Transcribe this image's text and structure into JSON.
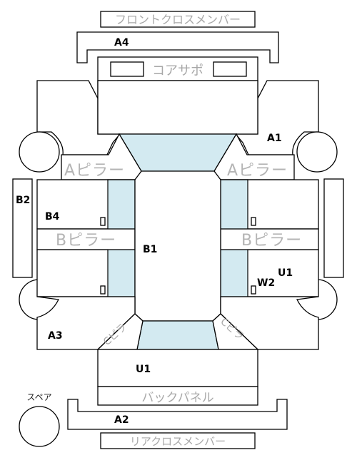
{
  "labels": {
    "front_cross_member": "フロントクロスメンバー",
    "core_support": "コアサポ",
    "a_pillar_left": "Aピラー",
    "a_pillar_right": "Aピラー",
    "b_pillar_left": "Bピラー",
    "b_pillar_right": "Bピラー",
    "c_pillar_left": "Cピラ",
    "c_pillar_right": "Cピラ",
    "back_panel": "バックパネル",
    "rear_cross_member": "リアクロスメンバー",
    "spare": "スペア"
  },
  "codes": {
    "a4": "A4",
    "a1": "A1",
    "b2": "B2",
    "b4": "B4",
    "b1": "B1",
    "u1_right": "U1",
    "w2": "W2",
    "a3": "A3",
    "u1_bottom": "U1",
    "a2": "A2"
  },
  "colors": {
    "glass": "#d3eaf1",
    "label_grey": "#a8a8a8",
    "outline": "#000000"
  }
}
